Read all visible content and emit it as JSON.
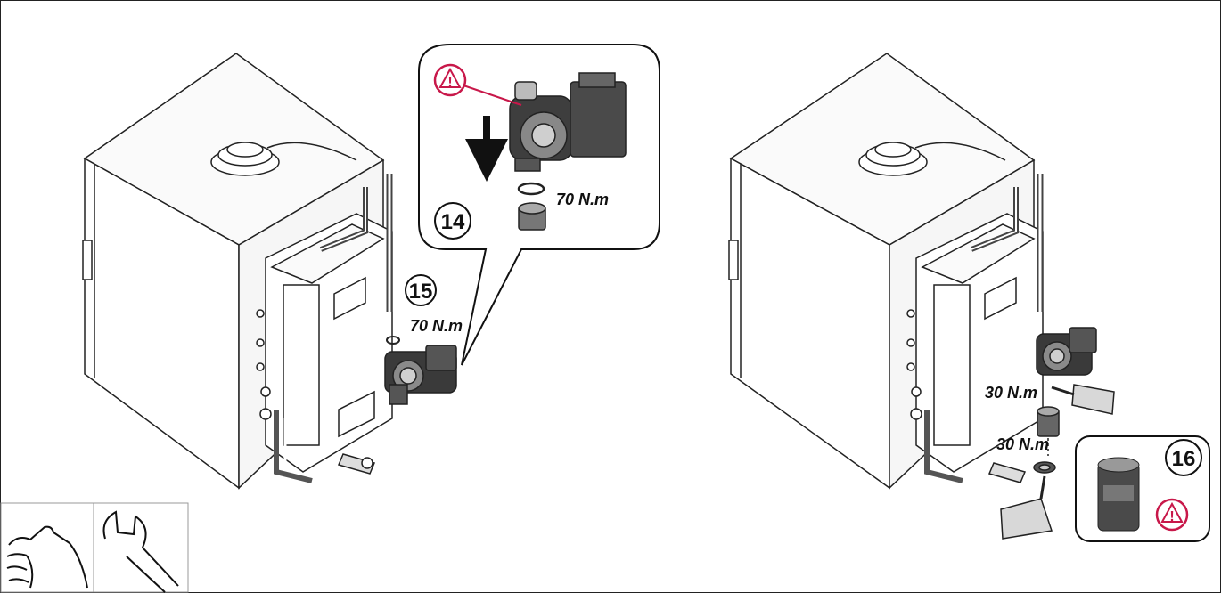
{
  "steps": {
    "step14": "14",
    "step15": "15",
    "step16": "16"
  },
  "torques": {
    "detail_top": "70 N.m",
    "left_pump": "70 N.m",
    "right_upper": "30 N.m",
    "right_lower": "30 N.m"
  },
  "warning": {
    "glyph": "!",
    "color": "#c8184a"
  },
  "icons": [
    "hand-icon",
    "wrench-icon",
    "warning-icon",
    "arrow-down-icon",
    "sealant-tube-icon"
  ]
}
